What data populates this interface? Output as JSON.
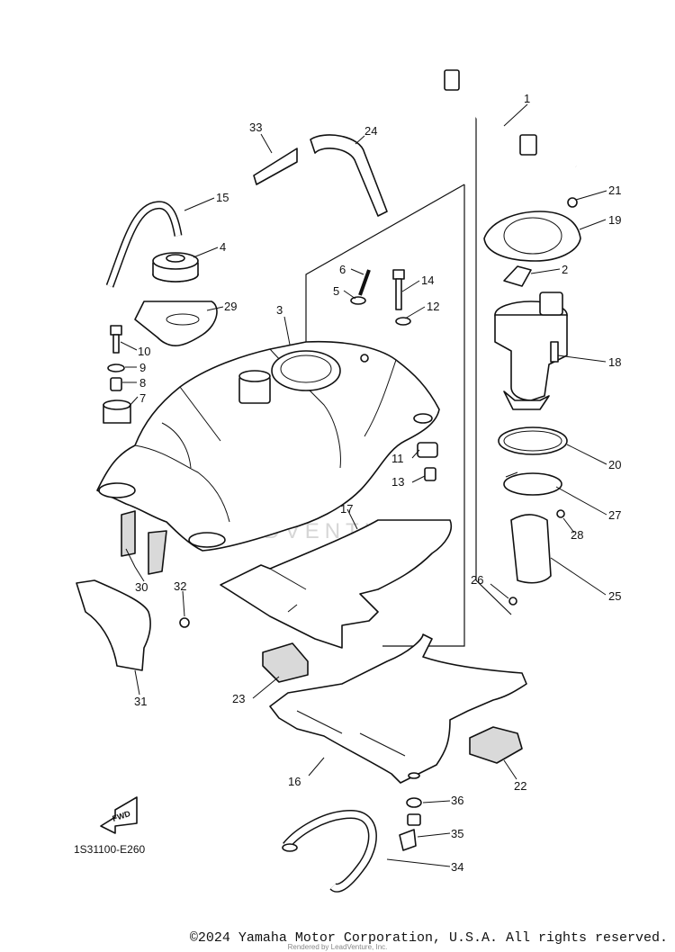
{
  "diagram": {
    "code": "1S31100-E260",
    "fwd_label": "FWD",
    "watermark": "LEADVENTURE"
  },
  "callouts": [
    "1",
    "2",
    "3",
    "4",
    "5",
    "6",
    "7",
    "8",
    "9",
    "10",
    "11",
    "12",
    "13",
    "14",
    "15",
    "16",
    "17",
    "18",
    "19",
    "20",
    "21",
    "22",
    "23",
    "24",
    "25",
    "26",
    "27",
    "28",
    "29",
    "30",
    "31",
    "32",
    "33",
    "34",
    "35",
    "36"
  ],
  "footer": {
    "copyright": "©2024 Yamaha Motor Corporation, U.S.A. All rights reserved.",
    "rendered_by": "Rendered by LeadVenture, Inc."
  }
}
